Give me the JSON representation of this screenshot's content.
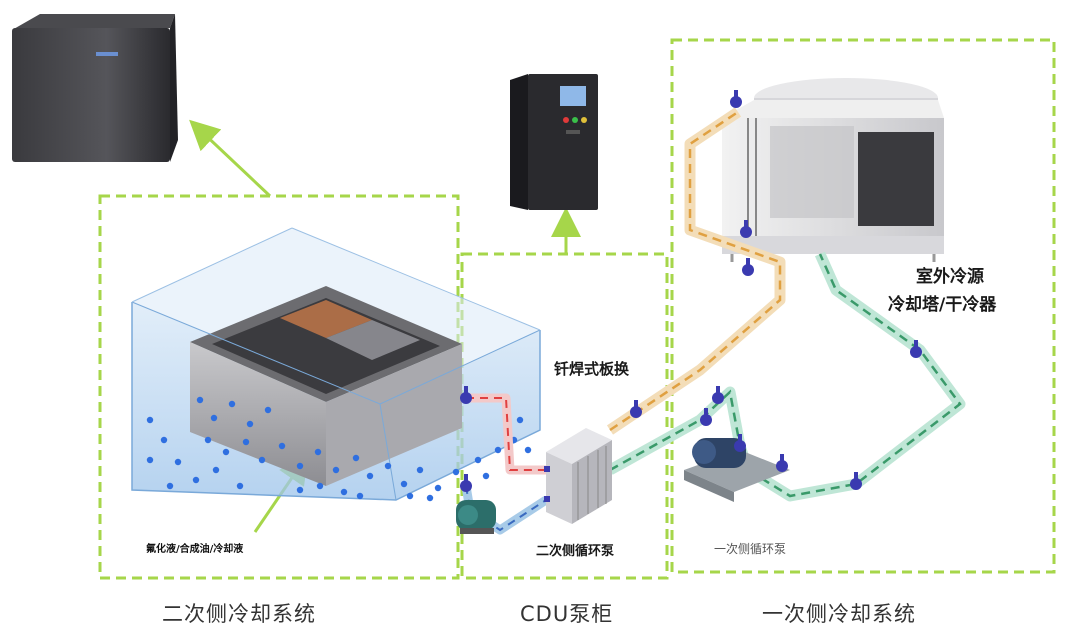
{
  "labels": {
    "secondary_system": "二次侧冷却系统",
    "cdu_cabinet": "CDU泵柜",
    "primary_system": "一次侧冷却系统",
    "plate_exchanger": "钎焊式板换",
    "outdoor_source_line1": "室外冷源",
    "outdoor_source_line2": "冷却塔/干冷器",
    "secondary_pump": "二次侧循环泵",
    "primary_pump": "一次侧循环泵",
    "coolant": "氟化液/合成油/冷却液"
  },
  "colors": {
    "dashed_box": "#a6d64a",
    "hot_pipe": "#f0c080",
    "hot_pipe_stripe": "#e04040",
    "cold_pipe": "#9fd6c4",
    "cold_pipe_stripe": "#3a9a6a",
    "valve": "#3a3ab0",
    "tank_water": "#bcd8f0",
    "bubble": "#2f6fe0"
  }
}
